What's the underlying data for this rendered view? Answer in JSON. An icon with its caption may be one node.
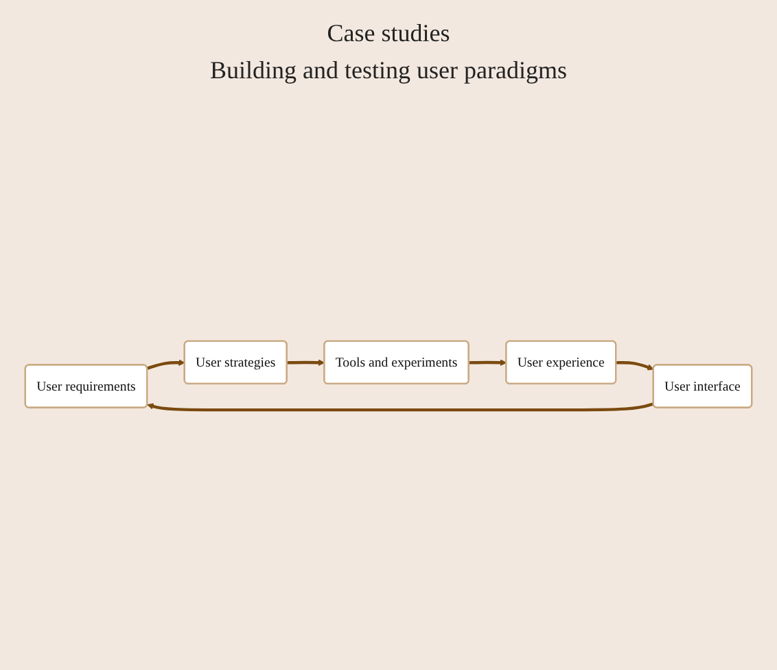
{
  "diagram": {
    "nodes": [
      {
        "text": [
          "User requirements"
        ]
      },
      {
        "text": [
          "User strategies"
        ]
      },
      {
        "text": [
          "Tools and experiments"
        ]
      },
      {
        "text": [
          "User experience"
        ]
      },
      {
        "text": [
          "User interface"
        ]
      }
    ],
    "edges": [
      {
        "from": 0,
        "to": 1,
        "arrow": "to"
      },
      {
        "from": 1,
        "to": 2,
        "arrow": "to"
      },
      {
        "from": 2,
        "to": 3,
        "arrow": "to"
      },
      {
        "from": 3,
        "to": 4,
        "arrow": "to"
      },
      {
        "from": 4,
        "to": 0,
        "arrow": "to"
      }
    ],
    "labels": [
      "Case studies",
      "Building and testing user paradigms"
    ]
  }
}
